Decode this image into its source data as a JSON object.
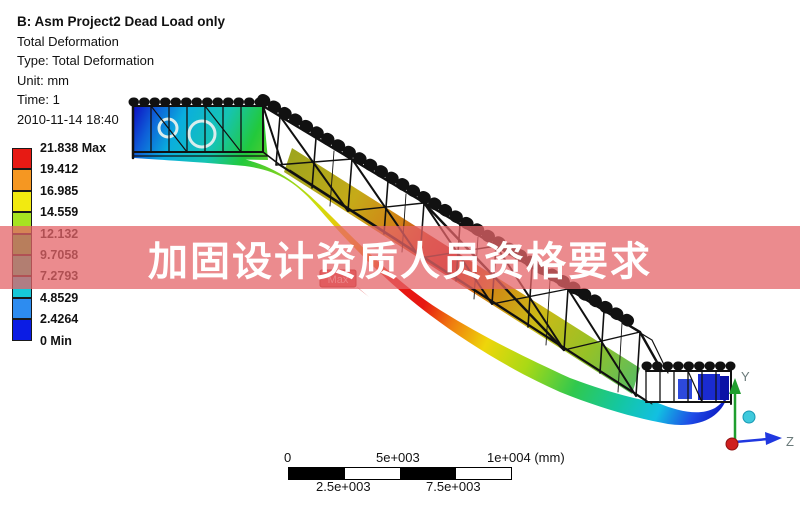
{
  "header": {
    "title": "B: Asm Project2 Dead Load only",
    "line1": "Total Deformation",
    "line2": "Type: Total Deformation",
    "line3": "Unit: mm",
    "line4": "Time: 1",
    "line5": "2010-11-14 18:40"
  },
  "legend": {
    "labels": [
      "21.838 Max",
      "19.412",
      "16.985",
      "14.559",
      "12.132",
      "9.7058",
      "7.2793",
      "4.8529",
      "2.4264",
      "0 Min"
    ],
    "colors": [
      "#e71a14",
      "#f59722",
      "#f2ea10",
      "#a6e321",
      "#35c93a",
      "#1fcb8c",
      "#16c8d8",
      "#2d8cf0",
      "#0b1ce4"
    ]
  },
  "watermark": {
    "text": "加固设计资质人员资格要求",
    "bg": "rgba(228,100,104,0.75)"
  },
  "annotations": {
    "max_label": "Max"
  },
  "scalebar": {
    "zero": "0",
    "mid": "5e+003",
    "end": "1e+004 (mm)",
    "q1": "2.5e+003",
    "q3": "7.5e+003"
  },
  "triad": {
    "y_label": "Y",
    "z_label": "Z"
  }
}
